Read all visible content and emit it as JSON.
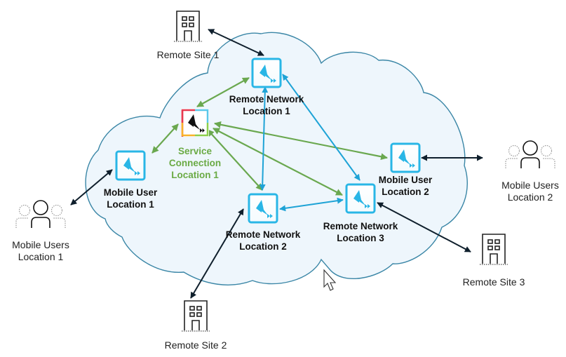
{
  "colors": {
    "cloud_fill": "#eef6fc",
    "cloud_stroke": "#3a86a6",
    "green_link": "#6aa84f",
    "blue_link": "#1ea3d6",
    "dark_link": "#0f1f2c",
    "node_blue": "#29b6e6",
    "service_label": "#6aaa44"
  },
  "nodes": {
    "rn1": {
      "line1": "Remote Network",
      "line2": "Location 1",
      "icon": "prisma-access-icon"
    },
    "rn2": {
      "line1": "Remote Network",
      "line2": "Location 2",
      "icon": "prisma-access-icon"
    },
    "rn3": {
      "line1": "Remote Network",
      "line2": "Location 3",
      "icon": "prisma-access-icon"
    },
    "mu1": {
      "line1": "Mobile User",
      "line2": "Location 1",
      "icon": "prisma-access-icon"
    },
    "mu2": {
      "line1": "Mobile User",
      "line2": "Location 2",
      "icon": "prisma-access-icon"
    },
    "sc1": {
      "line1": "Service",
      "line2": "Connection",
      "line3": "Location 1",
      "icon": "service-connection-icon"
    }
  },
  "external": {
    "site1": {
      "label": "Remote Site 1",
      "icon": "building-icon"
    },
    "site2": {
      "label": "Remote Site 2",
      "icon": "building-icon"
    },
    "site3": {
      "label": "Remote Site 3",
      "icon": "building-icon"
    },
    "users1": {
      "line1": "Mobile Users",
      "line2": "Location 1",
      "icon": "users-group-icon"
    },
    "users2": {
      "line1": "Mobile Users",
      "line2": "Location 2",
      "icon": "users-group-icon"
    }
  },
  "links": [
    {
      "from": "sc1",
      "to": "rn1",
      "type": "green"
    },
    {
      "from": "sc1",
      "to": "mu1",
      "type": "green"
    },
    {
      "from": "sc1",
      "to": "mu2",
      "type": "green"
    },
    {
      "from": "sc1",
      "to": "rn2",
      "type": "green"
    },
    {
      "from": "sc1",
      "to": "rn3",
      "type": "green"
    },
    {
      "from": "rn1",
      "to": "rn2",
      "type": "blue"
    },
    {
      "from": "rn1",
      "to": "rn3",
      "type": "blue"
    },
    {
      "from": "rn2",
      "to": "rn3",
      "type": "blue"
    },
    {
      "from": "site1",
      "to": "rn1",
      "type": "dark"
    },
    {
      "from": "users1",
      "to": "mu1",
      "type": "dark"
    },
    {
      "from": "site2",
      "to": "rn2",
      "type": "dark"
    },
    {
      "from": "users2",
      "to": "mu2",
      "type": "dark"
    },
    {
      "from": "site3",
      "to": "rn3",
      "type": "dark"
    }
  ],
  "cursor": {
    "icon": "mouse-pointer-icon"
  }
}
